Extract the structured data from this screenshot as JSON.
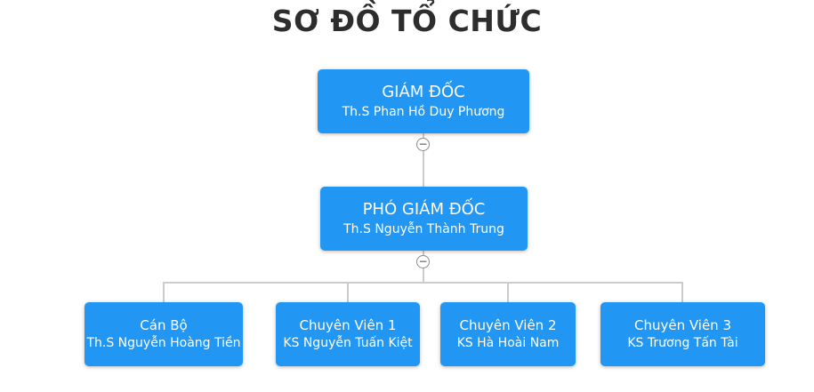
{
  "page": {
    "title": "SƠ ĐỒ TỔ CHỨC"
  },
  "colors": {
    "node_bg": "#2196f3",
    "node_text": "#ffffff",
    "connector": "#cccccc",
    "title_text": "#2d2d2d"
  },
  "org_chart": {
    "toggle_symbol": "−",
    "root": {
      "title": "GIÁM ĐỐC",
      "name": "Th.S Phan Hồ Duy Phương"
    },
    "deputy": {
      "title": "PHÓ GIÁM ĐỐC",
      "name": "Th.S Nguyễn Thành Trung"
    },
    "staff": [
      {
        "title": "Cán Bộ",
        "name": "Th.S Nguyễn Hoàng Tiền"
      },
      {
        "title": "Chuyên Viên 1",
        "name": "KS Nguyễn Tuấn Kiệt"
      },
      {
        "title": "Chuyên Viên 2",
        "name": "KS Hà Hoài Nam"
      },
      {
        "title": "Chuyên Viên 3",
        "name": "KS Trương Tấn Tài"
      }
    ]
  }
}
